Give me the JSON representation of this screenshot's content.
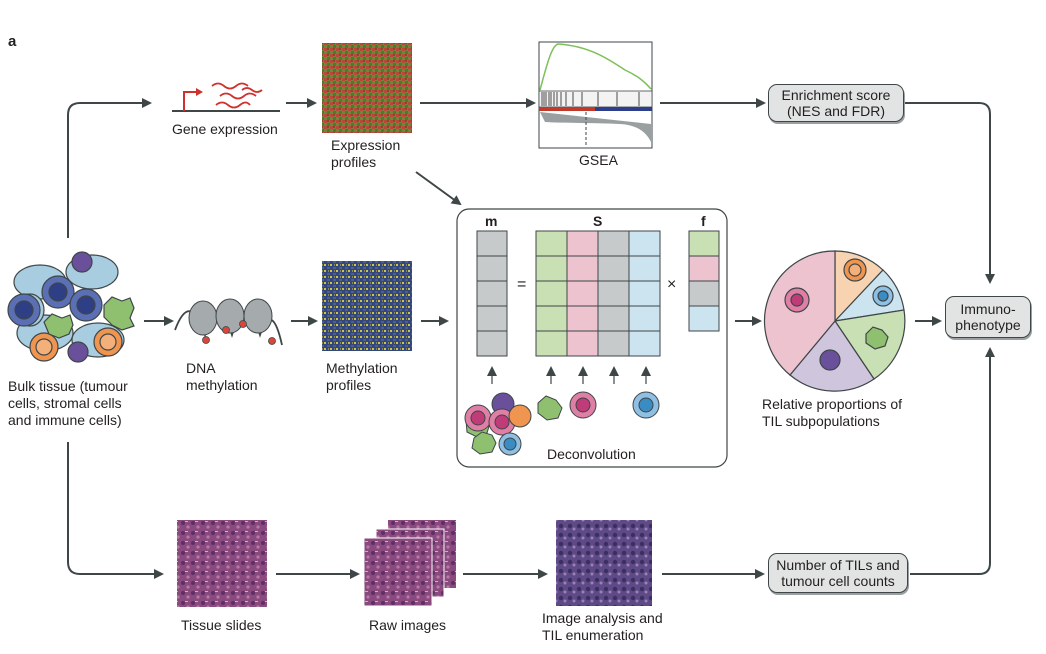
{
  "panel_label": "a",
  "labels": {
    "gene_expression": "Gene expression",
    "expression_profiles": "Expression\nprofiles",
    "gsea": "GSEA",
    "dna_methylation": "DNA\nmethylation",
    "methylation_profiles": "Methylation\nprofiles",
    "bulk_tissue": "Bulk tissue (tumour\ncells, stromal cells\nand immune cells)",
    "deconvolution": "Deconvolution",
    "relative_proportions": "Relative proportions of\nTIL subpopulations",
    "tissue_slides": "Tissue slides",
    "raw_images": "Raw images",
    "image_analysis": "Image analysis and\nTIL enumeration"
  },
  "boxes": {
    "enrichment_score": "Enrichment score\n(NES and FDR)",
    "immunophenotype": "Immuno-\nphenotype",
    "til_counts": "Number of TILs and\ntumour cell counts"
  },
  "matrix": {
    "m_label": "m",
    "s_label": "S",
    "f_label": "f",
    "equals": "=",
    "times": "×"
  },
  "colors": {
    "arrow": "#3f4648",
    "green": "#c9dfb4",
    "pink": "#ecc3cf",
    "grey": "#c7cacb",
    "blue": "#cce4ef",
    "peach": "#f7d3b2",
    "lavender": "#cfc6dd",
    "gsea_curve": "#7ec05a"
  }
}
